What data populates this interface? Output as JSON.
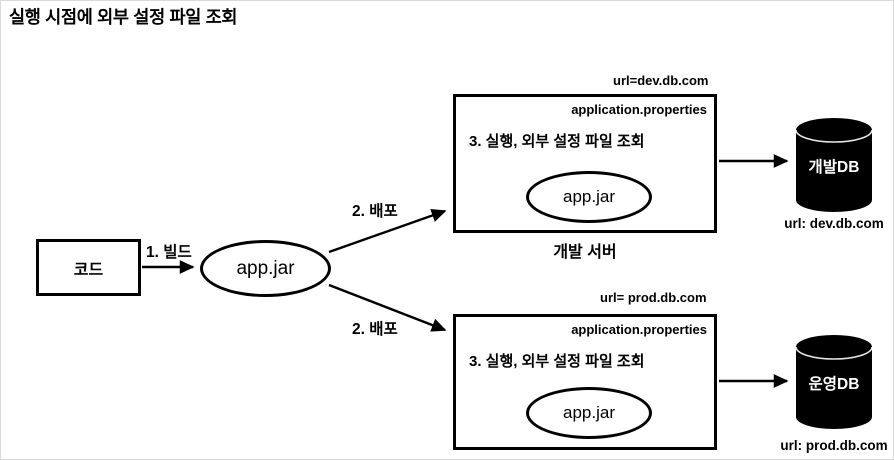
{
  "title": "실행 시점에 외부 설정 파일 조회",
  "code_box": {
    "label": "코드"
  },
  "flow": {
    "build_label": "1. 빌드",
    "app_jar_label": "app.jar",
    "deploy_label_top": "2. 배포",
    "deploy_label_bottom": "2. 배포"
  },
  "dev_server": {
    "url_label": "url=dev.db.com",
    "properties_label": "application.properties",
    "step_label": "3. 실행, 외부 설정 파일 조회",
    "jar_label": "app.jar",
    "caption": "개발 서버"
  },
  "prod_server": {
    "url_label": "url= prod.db.com",
    "properties_label": "application.properties",
    "step_label": "3. 실행, 외부 설정 파일 조회",
    "jar_label": "app.jar"
  },
  "dev_db": {
    "label": "개발DB",
    "url_label": "url: dev.db.com"
  },
  "prod_db": {
    "label": "운영DB",
    "url_label": "url: prod.db.com"
  },
  "colors": {
    "stroke": "#000000",
    "background": "#ffffff",
    "db_fill": "#000000",
    "db_text": "#ffffff"
  }
}
